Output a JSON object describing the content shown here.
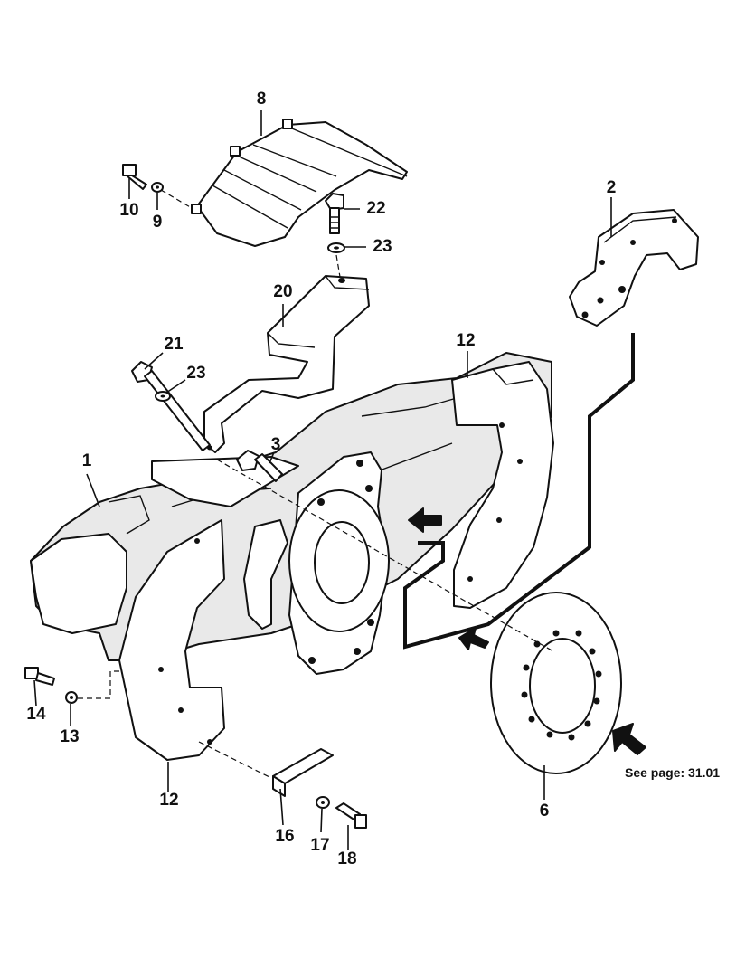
{
  "labels": {
    "p1": "1",
    "p2": "2",
    "p3": "3",
    "p6": "6",
    "p8": "8",
    "p9": "9",
    "p10": "10",
    "p12a": "12",
    "p12b": "12",
    "p13": "13",
    "p14": "14",
    "p16": "16",
    "p17": "17",
    "p18": "18",
    "p20": "20",
    "p21": "21",
    "p22": "22",
    "p23a": "23",
    "p23b": "23"
  },
  "note": "See page: 31.01"
}
